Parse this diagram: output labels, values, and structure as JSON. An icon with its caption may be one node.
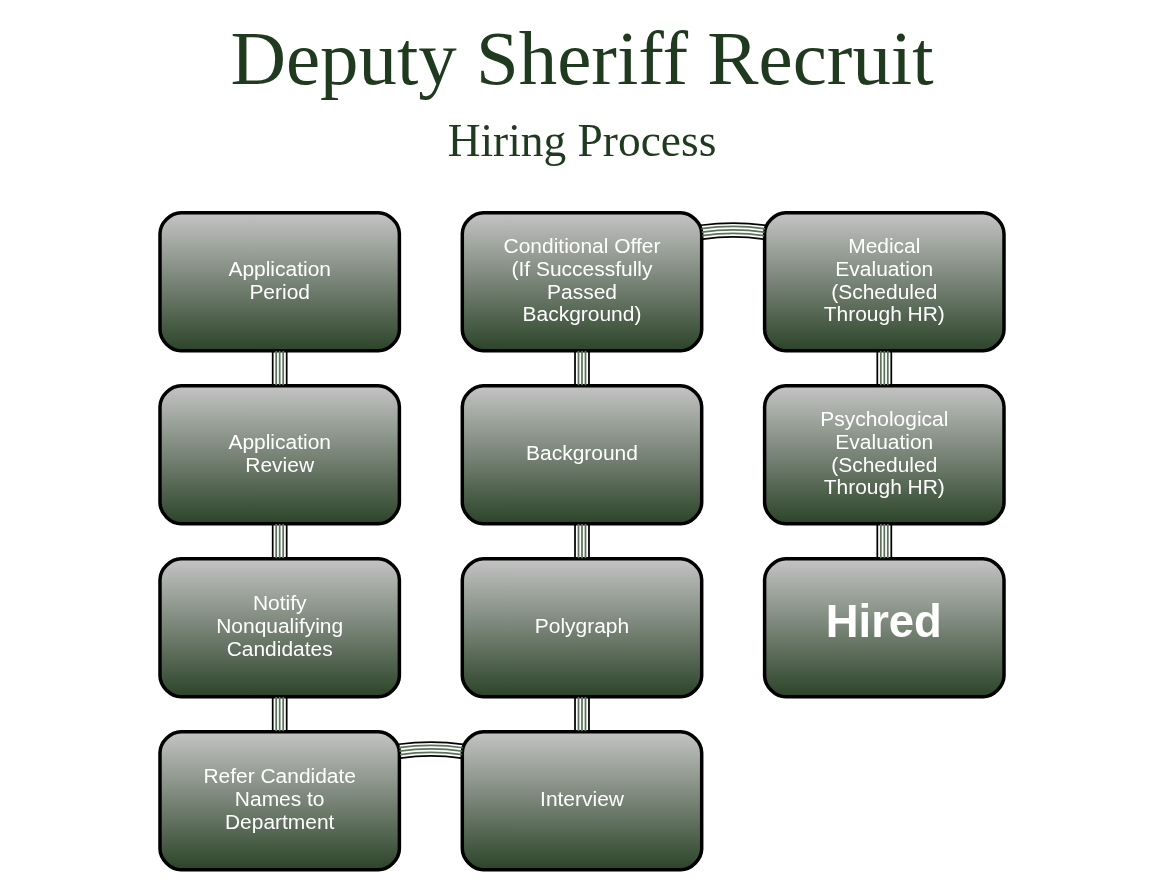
{
  "diagram": {
    "title": "Deputy Sheriff Recruit",
    "nodes": [
      {
        "text": [
          "Application Period"
        ]
      },
      {
        "text": [
          "Application Review"
        ]
      },
      {
        "text": [
          "Notify Nonqualifying Candidates"
        ]
      },
      {
        "text": [
          "Refer Candidate Names to Department"
        ]
      },
      {
        "text": [
          "Interview"
        ]
      },
      {
        "text": [
          "Polygraph"
        ]
      },
      {
        "text": [
          "Background"
        ]
      },
      {
        "text": [
          "Conditional Offer",
          "(If Successfully Passed Background)"
        ]
      },
      {
        "text": [
          "Medical Evaluation (Scheduled Through HR)"
        ]
      },
      {
        "text": [
          "Psychological Evaluation (Scheduled Through HR)"
        ]
      },
      {
        "text": [
          "Hired"
        ]
      }
    ],
    "edges": [
      {
        "from": 0,
        "to": 1,
        "arrow": "none"
      },
      {
        "from": 1,
        "to": 2,
        "arrow": "none"
      },
      {
        "from": 2,
        "to": 3,
        "arrow": "none"
      },
      {
        "from": 3,
        "to": 4,
        "arrow": "none"
      },
      {
        "from": 4,
        "to": 5,
        "arrow": "none"
      },
      {
        "from": 5,
        "to": 6,
        "arrow": "none"
      },
      {
        "from": 6,
        "to": 7,
        "arrow": "none"
      },
      {
        "from": 7,
        "to": 8,
        "arrow": "none"
      },
      {
        "from": 8,
        "to": 9,
        "arrow": "none"
      },
      {
        "from": 9,
        "to": 10,
        "arrow": "none"
      }
    ],
    "labels": [
      "Hiring Process"
    ]
  }
}
